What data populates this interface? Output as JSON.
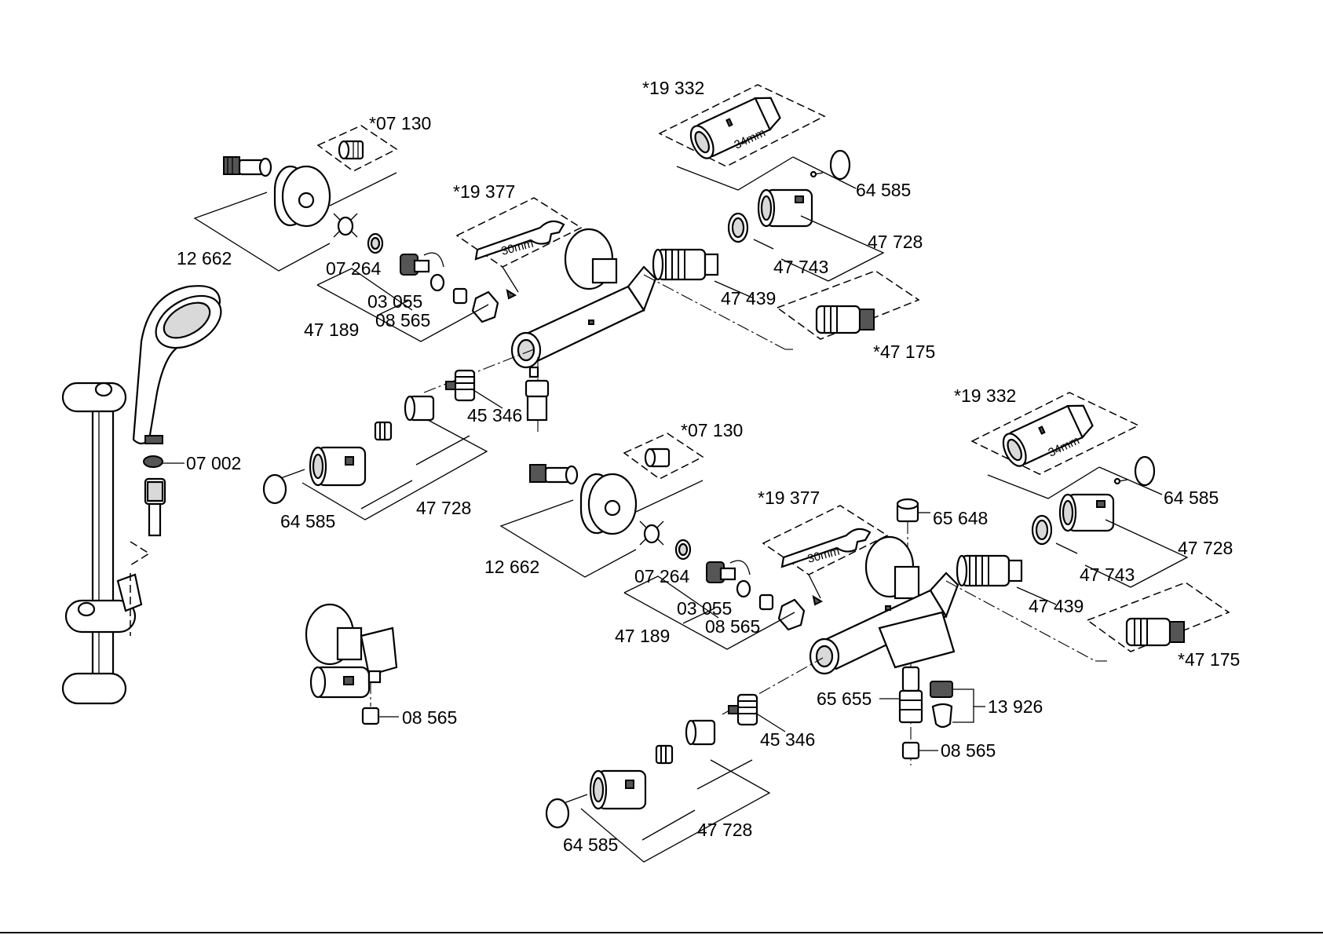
{
  "parts": {
    "p_19332_a": "*19 332",
    "p_07130_a": "*07 130",
    "p_19377_a": "*19 377",
    "p_64585_a": "64 585",
    "p_12662_a": "12 662",
    "p_07264_a": "07 264",
    "p_03055_a": "03 055",
    "p_08565_a": "08 565",
    "p_47189_a": "47 189",
    "p_47743_a": "47 743",
    "p_47728_a": "47 728",
    "p_47439_a": "47 439",
    "p_47175_a": "*47 175",
    "p_45346_a": "45 346",
    "p_07002": "07 002",
    "p_64585_b": "64 585",
    "p_47728_b": "47 728",
    "p_19332_b": "*19 332",
    "p_07130_b": "*07 130",
    "p_64585_c": "64 585",
    "p_19377_b": "*19 377",
    "p_65648": "65 648",
    "p_47728_c": "47 728",
    "p_12662_b": "12 662",
    "p_07264_b": "07 264",
    "p_47743_b": "47 743",
    "p_03055_b": "03 055",
    "p_47439_b": "47 439",
    "p_47189_b": "47 189",
    "p_08565_b": "08 565",
    "p_47175_b": "*47 175",
    "p_65655": "65 655",
    "p_13926": "13 926",
    "p_08565_c": "08 565",
    "p_45346_b": "45 346",
    "p_08565_d": "08 565",
    "p_47728_d": "47 728",
    "p_64585_d": "64 585"
  },
  "tools": {
    "size_34_a": "34mm",
    "size_30_a": "30mm",
    "size_34_b": "34mm",
    "size_30_b": "30mm"
  },
  "colors": {
    "line": "#000000",
    "background": "#ffffff",
    "shade": "#d9d9d9"
  }
}
